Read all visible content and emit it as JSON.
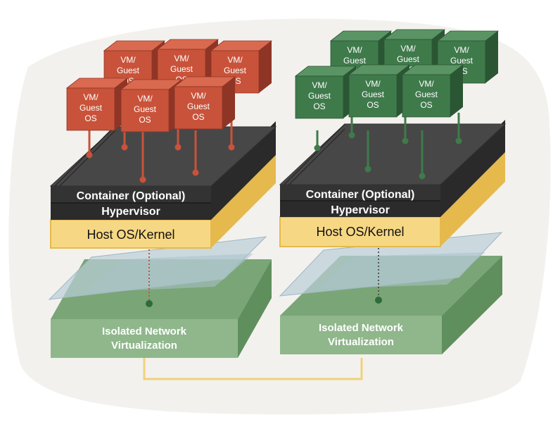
{
  "colors": {
    "background_blob": "#f3f1ee",
    "vm_red": "#c8533a",
    "vm_red_top": "#d96a50",
    "vm_red_side": "#8f3526",
    "vm_green": "#3f7a4b",
    "vm_green_top": "#5a9464",
    "vm_green_side": "#2b5633",
    "container_dark": "#3d3d3d",
    "container_top": "#474747",
    "host_yellow": "#f6d884",
    "host_yellow_border": "#e6b94c",
    "plane_blue": "#b9cfd8",
    "network_green": "#8fb78b",
    "network_green_side": "#5f8f5c",
    "connector": "#efd27a"
  },
  "stacks": [
    {
      "id": "left",
      "vm_color": "red",
      "vm_label_lines": [
        "VM/",
        "Guest",
        "OS"
      ],
      "container_label": "Container (Optional)",
      "hypervisor_label": "Hypervisor",
      "host_label": "Host OS/Kernel",
      "network_label_lines": [
        "Isolated Network",
        "Virtualization"
      ]
    },
    {
      "id": "right",
      "vm_color": "green",
      "vm_label_lines": [
        "VM/",
        "Guest",
        "OS"
      ],
      "container_label": "Container (Optional)",
      "hypervisor_label": "Hypervisor",
      "host_label": "Host OS/Kernel",
      "network_label_lines": [
        "Isolated Network",
        "Virtualization"
      ]
    }
  ]
}
